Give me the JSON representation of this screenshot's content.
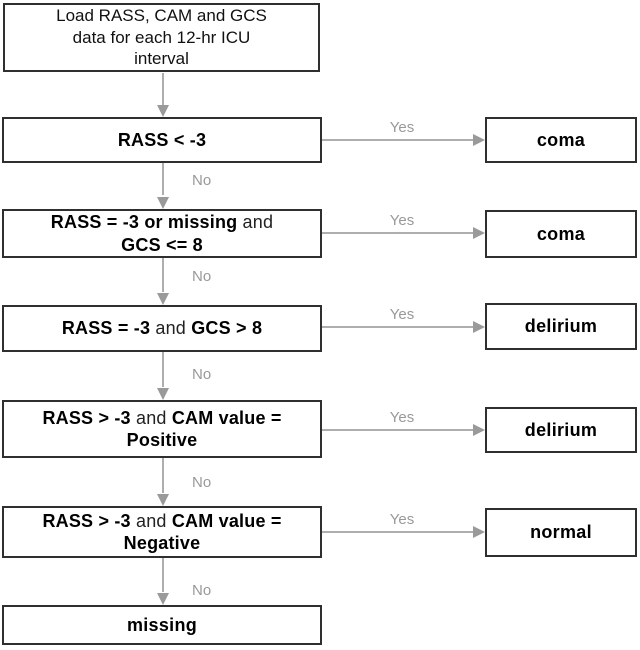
{
  "colors": {
    "background": "#ffffff",
    "box_border": "#2f2f2f",
    "box_fill": "#ffffff",
    "condition_text": "#000000",
    "arrow": "#aeaeae",
    "arrowhead": "#9a9a9a",
    "edge_label": "#999999"
  },
  "flowchart": {
    "start": {
      "text": "Load RASS, CAM and GCS data for each 12-hr ICU interval"
    },
    "decisions": [
      {
        "segments": [
          {
            "text": "RASS < -3",
            "bold": true
          }
        ],
        "yes": "Yes",
        "no": "No",
        "outcome": "coma"
      },
      {
        "segments": [
          {
            "text": "RASS = -3 or missing",
            "bold": true
          },
          {
            "text": " and",
            "bold": false
          },
          {
            "text": "GCS <= 8",
            "bold": true,
            "newline": true
          }
        ],
        "yes": "Yes",
        "no": "No",
        "outcome": "coma"
      },
      {
        "segments": [
          {
            "text": "RASS = -3",
            "bold": true
          },
          {
            "text": " and ",
            "bold": false
          },
          {
            "text": "GCS > 8",
            "bold": true
          }
        ],
        "yes": "Yes",
        "no": "No",
        "outcome": "delirium"
      },
      {
        "segments": [
          {
            "text": "RASS > -3",
            "bold": true
          },
          {
            "text": " and ",
            "bold": false
          },
          {
            "text": "CAM value =",
            "bold": true
          },
          {
            "text": "Positive",
            "bold": true,
            "newline": true
          }
        ],
        "yes": "Yes",
        "no": "No",
        "outcome": "delirium"
      },
      {
        "segments": [
          {
            "text": "RASS > -3",
            "bold": true
          },
          {
            "text": " and ",
            "bold": false
          },
          {
            "text": "CAM value =",
            "bold": true
          },
          {
            "text": "Negative",
            "bold": true,
            "newline": true
          }
        ],
        "yes": "Yes",
        "no": "No",
        "outcome": "normal"
      }
    ],
    "fallback": {
      "text": "missing"
    }
  }
}
